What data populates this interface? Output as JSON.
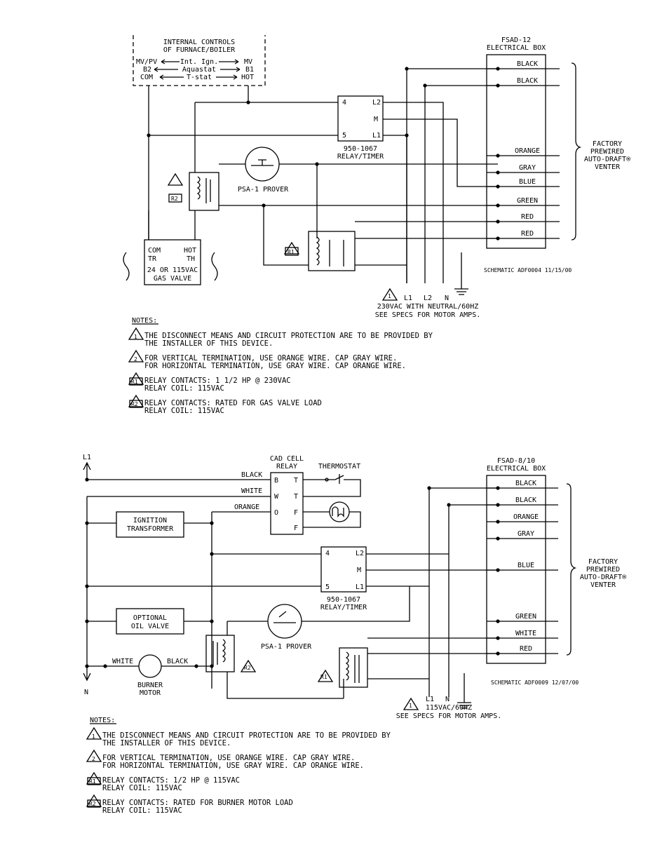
{
  "top": {
    "internal_controls": {
      "title1": "INTERNAL CONTROLS",
      "title2": "OF FURNACE/BOILER",
      "row1_left": "MV/PV",
      "row1_mid": "Int. Ign.",
      "row1_right": "MV",
      "row2_left": "B2",
      "row2_mid": "Aquastat",
      "row2_right": "B1",
      "row3_left": "COM",
      "row3_mid": "T-stat",
      "row3_right": "HOT"
    },
    "box_title1": "FSAD-12",
    "box_title2": "ELECTRICAL BOX",
    "wires": [
      "BLACK",
      "BLACK",
      "ORANGE",
      "GRAY",
      "BLUE",
      "GREEN",
      "RED",
      "RED"
    ],
    "venter": [
      "FACTORY",
      "PREWIRED",
      "AUTO-DRAFT®",
      "VENTER"
    ],
    "relay_timer": {
      "t4": "4",
      "t5": "5",
      "l2": "L2",
      "m": "M",
      "l1": "L1",
      "label1": "950-1067",
      "label2": "RELAY/TIMER"
    },
    "prover": "PSA-1 PROVER",
    "gas_valve": {
      "com": "COM",
      "tr": "TR",
      "hot": "HOT",
      "th": "TH",
      "line1": "24 OR 115VAC",
      "line2": "GAS VALVE"
    },
    "schematic_id": "SCHEMATIC ADF0004   11/15/00",
    "supply_terms": [
      "L1",
      "L2",
      "N"
    ],
    "supply1": "230VAC WITH NEUTRAL/60HZ",
    "supply2": "SEE SPECS FOR MOTOR AMPS.",
    "notes_title": "NOTES:",
    "notes": [
      {
        "mark": "1",
        "lines": [
          "THE DISCONNECT MEANS AND CIRCUIT PROTECTION ARE TO BE PROVIDED BY",
          "THE INSTALLER OF THIS DEVICE."
        ]
      },
      {
        "mark": "2",
        "lines": [
          "FOR VERTICAL TERMINATION, USE ORANGE WIRE.  CAP GRAY WIRE.",
          "FOR HORIZONTAL TERMINATION, USE GRAY  WIRE.  CAP ORANGE WIRE."
        ]
      },
      {
        "mark": "R1",
        "lines": [
          "RELAY CONTACTS: 1 1/2 HP @ 230VAC",
          "RELAY COIL: 115VAC"
        ]
      },
      {
        "mark": "R2",
        "lines": [
          "RELAY CONTACTS: RATED FOR GAS VALVE LOAD",
          "RELAY COIL: 115VAC"
        ]
      }
    ]
  },
  "bottom": {
    "l1": "L1",
    "n": "N",
    "cad_cell1": "CAD CELL",
    "cad_cell2": "RELAY",
    "thermostat": "THERMOSTAT",
    "cad_terms": [
      "B",
      "T",
      "W",
      "T",
      "O",
      "F",
      "F"
    ],
    "leads": [
      "BLACK",
      "WHITE",
      "ORANGE"
    ],
    "ignition1": "IGNITION",
    "ignition2": "TRANSFORMER",
    "oil1": "OPTIONAL",
    "oil2": "OIL VALVE",
    "motor_white": "WHITE",
    "motor_black": "BLACK",
    "motor1": "BURNER",
    "motor2": "MOTOR",
    "box_title1": "FSAD-8/10",
    "box_title2": "ELECTRICAL BOX",
    "wires": [
      "BLACK",
      "BLACK",
      "ORANGE",
      "GRAY",
      "BLUE",
      "GREEN",
      "WHITE",
      "RED"
    ],
    "venter": [
      "FACTORY",
      "PREWIRED",
      "AUTO-DRAFT®",
      "VENTER"
    ],
    "relay_timer": {
      "t4": "4",
      "t5": "5",
      "l2": "L2",
      "m": "M",
      "l1": "L1",
      "label1": "950-1067",
      "label2": "RELAY/TIMER"
    },
    "prover": "PSA-1 PROVER",
    "schematic_id": "SCHEMATIC ADF0009   12/07/00",
    "supply_terms": [
      "L1",
      "N"
    ],
    "supply1": "115VAC/60HZ",
    "supply2": "SEE SPECS FOR MOTOR AMPS.",
    "notes_title": "NOTES:",
    "notes": [
      {
        "mark": "1",
        "lines": [
          "THE DISCONNECT MEANS AND CIRCUIT PROTECTION ARE TO BE PROVIDED BY",
          "THE INSTALLER OF THIS DEVICE."
        ]
      },
      {
        "mark": "2",
        "lines": [
          "FOR VERTICAL TERMINATION, USE ORANGE WIRE.  CAP GRAY WIRE.",
          "FOR HORIZONTAL TERMINATION, USE GRAY  WIRE.  CAP ORANGE WIRE."
        ]
      },
      {
        "mark": "R1",
        "lines": [
          "RELAY CONTACTS: 1/2 HP @ 115VAC",
          "RELAY COIL: 115VAC"
        ]
      },
      {
        "mark": "R2",
        "lines": [
          "RELAY CONTACTS: RATED FOR BURNER MOTOR LOAD",
          "RELAY COIL: 115VAC"
        ]
      }
    ]
  }
}
